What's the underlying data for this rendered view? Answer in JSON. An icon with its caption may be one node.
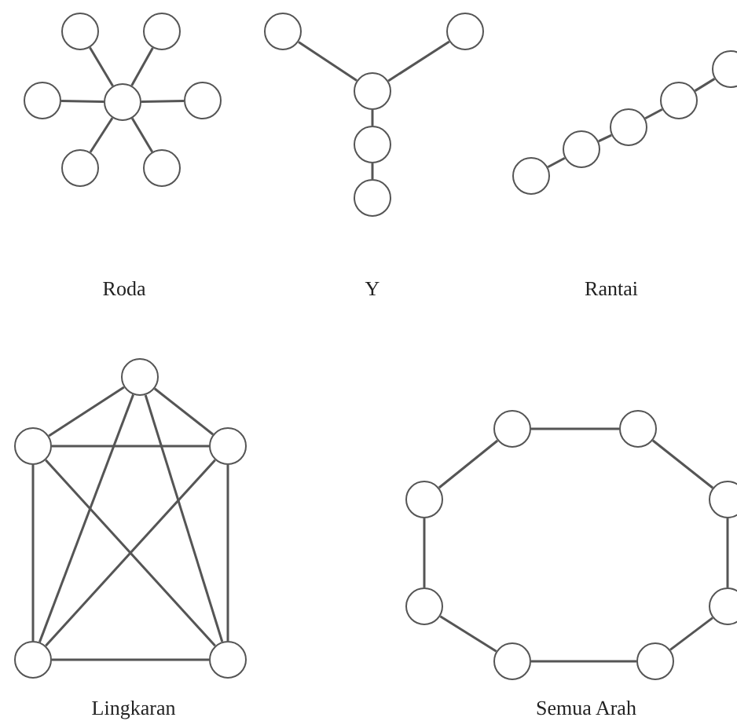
{
  "diagram": {
    "nodes": [
      {
        "text": [],
        "shape": "circle"
      },
      {
        "text": [],
        "shape": "circle"
      },
      {
        "text": [],
        "shape": "circle"
      },
      {
        "text": [],
        "shape": "circle"
      },
      {
        "text": [],
        "shape": "circle"
      },
      {
        "text": [],
        "shape": "circle"
      },
      {
        "text": [],
        "shape": "circle"
      },
      {
        "text": [],
        "shape": "circle"
      },
      {
        "text": [],
        "shape": "circle"
      },
      {
        "text": [],
        "shape": "circle"
      },
      {
        "text": [],
        "shape": "circle"
      },
      {
        "text": [],
        "shape": "circle"
      },
      {
        "text": [],
        "shape": "circle"
      },
      {
        "text": [],
        "shape": "circle"
      },
      {
        "text": [],
        "shape": "circle"
      },
      {
        "text": [],
        "shape": "circle"
      },
      {
        "text": [],
        "shape": "circle"
      },
      {
        "text": [],
        "shape": "circle"
      },
      {
        "text": [],
        "shape": "circle"
      },
      {
        "text": [],
        "shape": "circle"
      },
      {
        "text": [],
        "shape": "circle"
      },
      {
        "text": [],
        "shape": "circle"
      },
      {
        "text": [],
        "shape": "circle"
      },
      {
        "text": [],
        "shape": "circle"
      },
      {
        "text": [],
        "shape": "circle"
      },
      {
        "text": [],
        "shape": "circle"
      },
      {
        "text": [],
        "shape": "circle"
      },
      {
        "text": [],
        "shape": "circle"
      },
      {
        "text": [],
        "shape": "circle"
      },
      {
        "text": [],
        "shape": "circle"
      }
    ],
    "edges": [
      {
        "from": 0,
        "to": 1,
        "arrow": "none"
      },
      {
        "from": 0,
        "to": 2,
        "arrow": "none"
      },
      {
        "from": 0,
        "to": 3,
        "arrow": "none"
      },
      {
        "from": 0,
        "to": 4,
        "arrow": "none"
      },
      {
        "from": 0,
        "to": 5,
        "arrow": "none"
      },
      {
        "from": 0,
        "to": 6,
        "arrow": "none"
      },
      {
        "from": 9,
        "to": 7,
        "arrow": "none"
      },
      {
        "from": 9,
        "to": 8,
        "arrow": "none"
      },
      {
        "from": 9,
        "to": 10,
        "arrow": "none"
      },
      {
        "from": 10,
        "to": 11,
        "arrow": "none"
      },
      {
        "from": 12,
        "to": 13,
        "arrow": "none"
      },
      {
        "from": 13,
        "to": 14,
        "arrow": "none"
      },
      {
        "from": 14,
        "to": 15,
        "arrow": "none"
      },
      {
        "from": 15,
        "to": 16,
        "arrow": "none"
      },
      {
        "from": 17,
        "to": 18,
        "arrow": "none"
      },
      {
        "from": 17,
        "to": 19,
        "arrow": "none"
      },
      {
        "from": 17,
        "to": 20,
        "arrow": "none"
      },
      {
        "from": 17,
        "to": 21,
        "arrow": "none"
      },
      {
        "from": 18,
        "to": 19,
        "arrow": "none"
      },
      {
        "from": 18,
        "to": 20,
        "arrow": "none"
      },
      {
        "from": 18,
        "to": 21,
        "arrow": "none"
      },
      {
        "from": 19,
        "to": 20,
        "arrow": "none"
      },
      {
        "from": 19,
        "to": 21,
        "arrow": "none"
      },
      {
        "from": 20,
        "to": 21,
        "arrow": "none"
      },
      {
        "from": 22,
        "to": 23,
        "arrow": "none"
      },
      {
        "from": 23,
        "to": 24,
        "arrow": "none"
      },
      {
        "from": 24,
        "to": 25,
        "arrow": "none"
      },
      {
        "from": 25,
        "to": 26,
        "arrow": "none"
      },
      {
        "from": 26,
        "to": 27,
        "arrow": "none"
      },
      {
        "from": 27,
        "to": 28,
        "arrow": "none"
      },
      {
        "from": 28,
        "to": 29,
        "arrow": "none"
      },
      {
        "from": 29,
        "to": 22,
        "arrow": "none"
      }
    ],
    "labels": [
      "Roda",
      "Y",
      "Rantai",
      "Lingkaran",
      "Semua Arah"
    ]
  }
}
